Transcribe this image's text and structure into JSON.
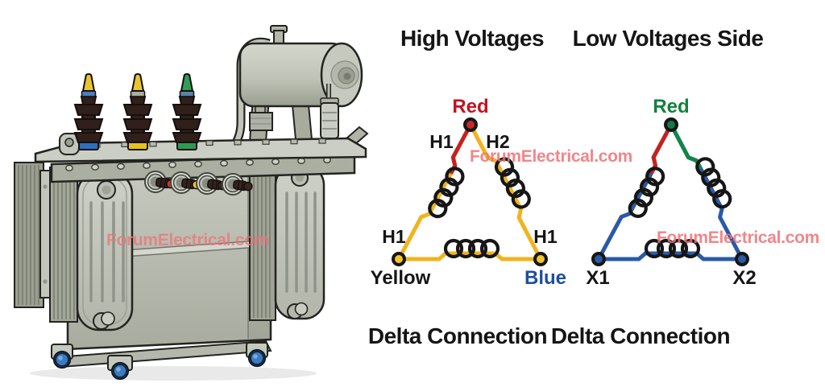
{
  "page": {
    "background": "#ffffff"
  },
  "watermark": {
    "text": "ForumElectrical.com",
    "color": "#ef7176"
  },
  "transformer": {
    "watermark_text": "ForumElectrical.com",
    "colors": {
      "bushing1_tip": "#e9c52f",
      "bushing1_ring": "#4a7fc0",
      "bushing1_base": "#2e6fc0",
      "bushing2_tip": "#e9c52f",
      "bushing2_ring": "#a9ada2",
      "bushing2_base": "#e6c11e",
      "bushing3_tip": "#2f9e59",
      "bushing3_ring": "#5a82a8",
      "bushing3_base": "#2b9b52",
      "lv_tip_red": "#c6392f",
      "lv_tip_yellow": "#e6c136",
      "lv_tip_dark": "#3a2620",
      "wheel_hub": "#3b7cc1",
      "wheel_rim": "#17293e"
    }
  },
  "high_side": {
    "title": "High Voltages",
    "caption": "Delta Connection",
    "wire_red": "#c42220",
    "wire_yellow": "#f2b31e",
    "top_node": {
      "label": "Red",
      "tag_left": "H1",
      "tag_right": "H2",
      "color": "#c9252b",
      "text_color": "#c01420"
    },
    "left_node": {
      "label": "Yellow",
      "tag": "H1",
      "color": "#f5c62c"
    },
    "right_node": {
      "label": "Blue",
      "tag": "H1",
      "color": "#f5c62c",
      "text_color": "#1e4fa0"
    }
  },
  "low_side": {
    "title": "Low Voltages Side",
    "caption": "Delta Connection",
    "wire_red": "#c42220",
    "wire_green": "#12854a",
    "wire_blue": "#2a5aa6",
    "top_node": {
      "label": "Red",
      "color": "#157a46",
      "text_color": "#15803e"
    },
    "left_node": {
      "label": "X1",
      "color": "#2a5aa6"
    },
    "right_node": {
      "label": "X2",
      "color": "#2a5aa6"
    }
  }
}
